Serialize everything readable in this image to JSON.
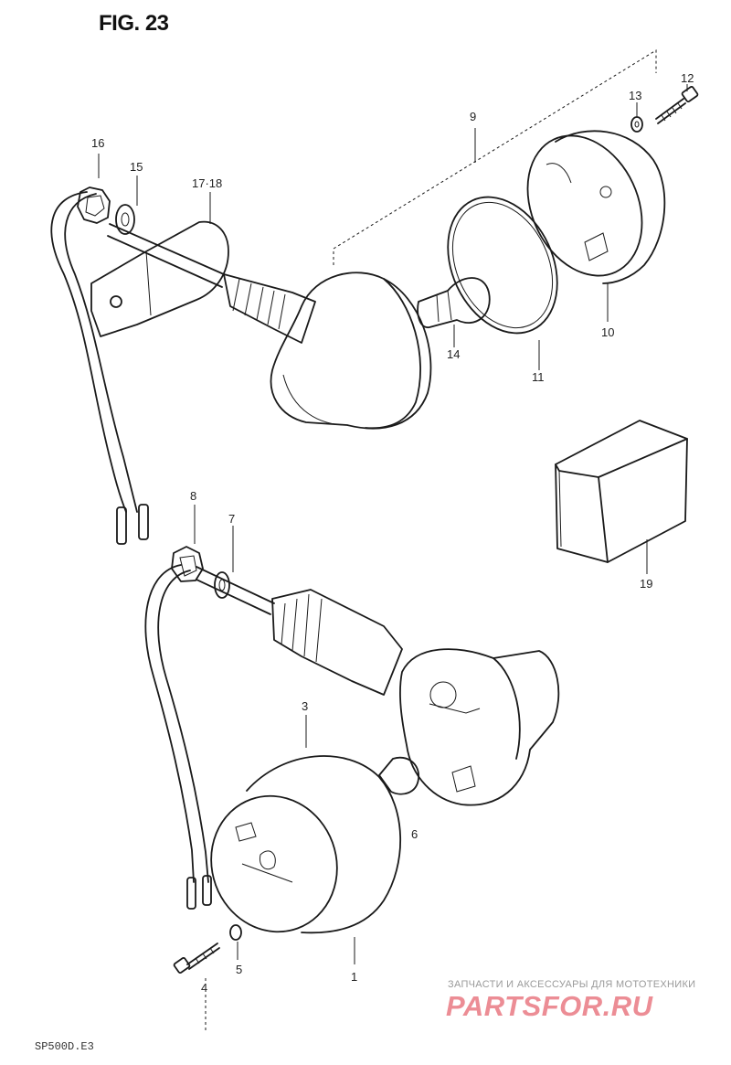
{
  "figure": {
    "title": "FIG. 23"
  },
  "callouts": {
    "p1": "1",
    "p3": "3",
    "p4": "4",
    "p5": "5",
    "p6": "6",
    "p7": "7",
    "p8": "8",
    "p9": "9",
    "p10": "10",
    "p11": "11",
    "p12": "12",
    "p13": "13",
    "p14": "14",
    "p15": "15",
    "p16": "16",
    "p1718": "17·18",
    "p19": "19"
  },
  "footer": {
    "model_code": "SP500D.E3"
  },
  "watermark": {
    "tagline": "ЗАПЧАСТИ И АКСЕССУАРЫ ДЛЯ МОТОТЕХНИКИ",
    "logo": "PARTSFOR.RU"
  }
}
